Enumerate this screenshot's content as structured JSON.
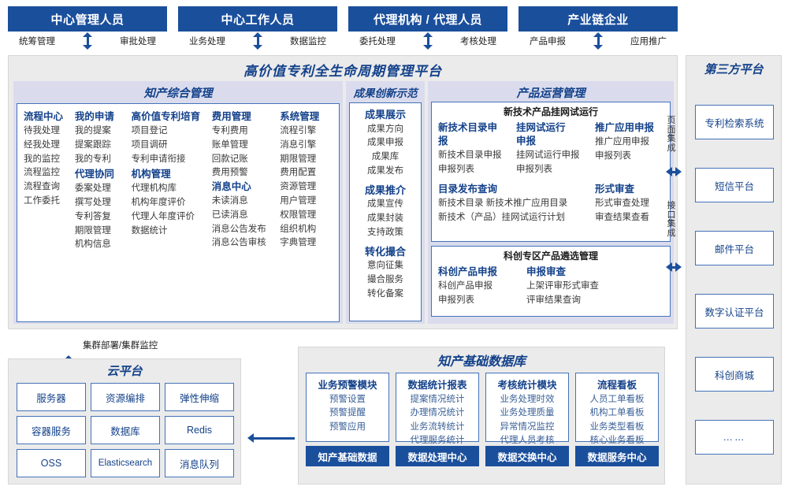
{
  "roles": [
    {
      "title": "中心管理人员",
      "left": "统筹管理",
      "right": "审批处理"
    },
    {
      "title": "中心工作人员",
      "left": "业务处理",
      "right": "数据监控"
    },
    {
      "title": "代理机构 / 代理人员",
      "left": "委托处理",
      "right": "考核处理"
    },
    {
      "title": "产业链企业",
      "left": "产品申报",
      "right": "应用推广"
    }
  ],
  "platform": {
    "title": "高价值专利全生命周期管理平台",
    "groups": {
      "ip_mgmt": {
        "title": "知产综合管理",
        "columns": [
          {
            "blocks": [
              {
                "head": "流程中心",
                "leaves": [
                  "待我处理",
                  "经我处理",
                  "我的监控",
                  "流程监控",
                  "流程查询",
                  "工作委托"
                ]
              }
            ]
          },
          {
            "blocks": [
              {
                "head": "我的申请",
                "leaves": [
                  "我的提案",
                  "提案跟踪",
                  "我的专利"
                ]
              },
              {
                "head": "代理协同",
                "leaves": [
                  "委案处理",
                  "撰写处理",
                  "专利答复",
                  "期限管理",
                  "机构信息"
                ]
              }
            ]
          },
          {
            "blocks": [
              {
                "head": "高价值专利培育",
                "leaves": [
                  "项目登记",
                  "项目调研",
                  "专利申请衔接"
                ]
              },
              {
                "head": "机构管理",
                "leaves": [
                  "代理机构库",
                  "机构年度评价",
                  "代理人年度评价",
                  "数据统计"
                ]
              }
            ]
          },
          {
            "blocks": [
              {
                "head": "费用管理",
                "leaves": [
                  "专利费用",
                  "账单管理",
                  "回款记账",
                  "费用预警"
                ]
              },
              {
                "head": "消息中心",
                "leaves": [
                  "未读消息",
                  "已读消息",
                  "消息公告发布",
                  "消息公告审核"
                ]
              }
            ]
          },
          {
            "blocks": [
              {
                "head": "系统管理",
                "leaves": [
                  "流程引擎",
                  "消息引擎",
                  "期限管理",
                  "费用配置",
                  "资源管理",
                  "用户管理",
                  "权限管理",
                  "组织机构",
                  "字典管理"
                ]
              }
            ]
          }
        ]
      },
      "achievement": {
        "title": "成果创新示范",
        "blocks": [
          {
            "head": "成果展示",
            "leaves": [
              "成果方向",
              "成果申报",
              "成果库",
              "成果发布"
            ]
          },
          {
            "head": "成果推介",
            "leaves": [
              "成果宣传",
              "成果封装",
              "支持政策"
            ]
          },
          {
            "head": "转化撮合",
            "leaves": [
              "意向征集",
              "撮合服务",
              "转化备案"
            ]
          }
        ]
      },
      "product_ops": {
        "title": "产品运营管理",
        "boxes": [
          {
            "title": "新技术产品挂网试运行",
            "rows": [
              {
                "columns": [
                  {
                    "head": "新技术目录申报",
                    "leaves": [
                      "新技术目录申报",
                      "申报列表"
                    ]
                  },
                  {
                    "head": "挂网试运行申报",
                    "leaves": [
                      "挂网试运行申报",
                      "申报列表"
                    ]
                  },
                  {
                    "head": "推广应用申报",
                    "leaves": [
                      "推广应用申报",
                      "申报列表"
                    ]
                  }
                ]
              },
              {
                "columns": [
                  {
                    "head": "目录发布查询",
                    "leaves": [
                      "新技术目录    新技术推广应用目录",
                      "新技术（产品）挂网试运行计划"
                    ]
                  },
                  {
                    "head": "形式审查",
                    "leaves": [
                      "形式审查处理",
                      "审查结果查看"
                    ]
                  }
                ]
              }
            ]
          },
          {
            "title": "科创专区产品遴选管理",
            "rows": [
              {
                "columns": [
                  {
                    "head": "科创产品申报",
                    "leaves": [
                      "科创产品申报",
                      "申报列表"
                    ]
                  },
                  {
                    "head": "申报审查",
                    "leaves": [
                      "上架评审形式审查",
                      "评审结果查询"
                    ]
                  }
                ]
              }
            ]
          }
        ]
      }
    }
  },
  "integration": {
    "page": "页面集成",
    "api": "接口集成"
  },
  "third_party": {
    "title": "第三方平台",
    "items": [
      "专利检索系统",
      "短信平台",
      "邮件平台",
      "数字认证平台",
      "科创商城",
      "……"
    ]
  },
  "cluster_label": "集群部署/集群监控",
  "cloud": {
    "title": "云平台",
    "cells": [
      "服务器",
      "资源编排",
      "弹性伸缩",
      "容器服务",
      "数据库",
      "Redis",
      "OSS",
      "Elasticsearch",
      "消息队列"
    ]
  },
  "database": {
    "title": "知产基础数据库",
    "columns": [
      {
        "head": "业务预警模块",
        "leaves": [
          "预警设置",
          "预警提醒",
          "预警应用"
        ],
        "bar": "知产基础数据"
      },
      {
        "head": "数据统计报表",
        "leaves": [
          "提案情况统计",
          "办理情况统计",
          "业务流转统计",
          "代理服务统计"
        ],
        "bar": "数据处理中心"
      },
      {
        "head": "考核统计模块",
        "leaves": [
          "业务处理时效",
          "业务处理质量",
          "异常情况监控",
          "代理人员考核"
        ],
        "bar": "数据交换中心"
      },
      {
        "head": "流程看板",
        "leaves": [
          "人员工单看板",
          "机构工单看板",
          "业务类型看板",
          "核心业务看板"
        ],
        "bar": "数据服务中心"
      }
    ]
  },
  "colors": {
    "brand_blue": "#1a4f9c",
    "title_blue": "#13418a",
    "border_blue": "#4472b8",
    "panel_gray": "#ebebeb",
    "group_lavender": "#dadced"
  }
}
